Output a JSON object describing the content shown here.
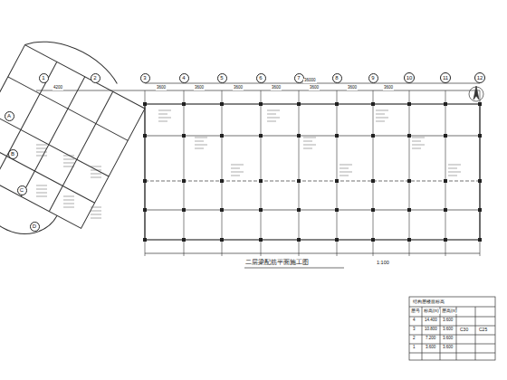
{
  "diagram": {
    "nodes": [
      {
        "text": [
          "1"
        ]
      },
      {
        "text": [
          "2"
        ]
      },
      {
        "text": [
          "3"
        ]
      },
      {
        "text": [
          "4"
        ]
      },
      {
        "text": [
          "5"
        ]
      },
      {
        "text": [
          "6"
        ]
      },
      {
        "text": [
          "7"
        ]
      },
      {
        "text": [
          "8"
        ]
      },
      {
        "text": [
          "9"
        ]
      },
      {
        "text": [
          "10"
        ]
      },
      {
        "text": [
          "11"
        ]
      },
      {
        "text": [
          "12"
        ]
      },
      {
        "text": [
          "A"
        ]
      },
      {
        "text": [
          "B"
        ]
      },
      {
        "text": [
          "C"
        ]
      },
      {
        "text": [
          "D"
        ]
      }
    ],
    "labels": [
      "二层梁配筋平面施工图",
      "1:100",
      "结构层楼面标高",
      "层号",
      "标高(m)",
      "层高(m)",
      "4",
      "14.400",
      "3.600",
      "3",
      "10.800",
      "3.600",
      "2",
      "7.200",
      "3.600",
      "1",
      "3.600",
      "3.600",
      "C30",
      "C25",
      "36000",
      "4200",
      "3600",
      "3600",
      "3600",
      "3600",
      "3600",
      "3600",
      "3600"
    ]
  }
}
